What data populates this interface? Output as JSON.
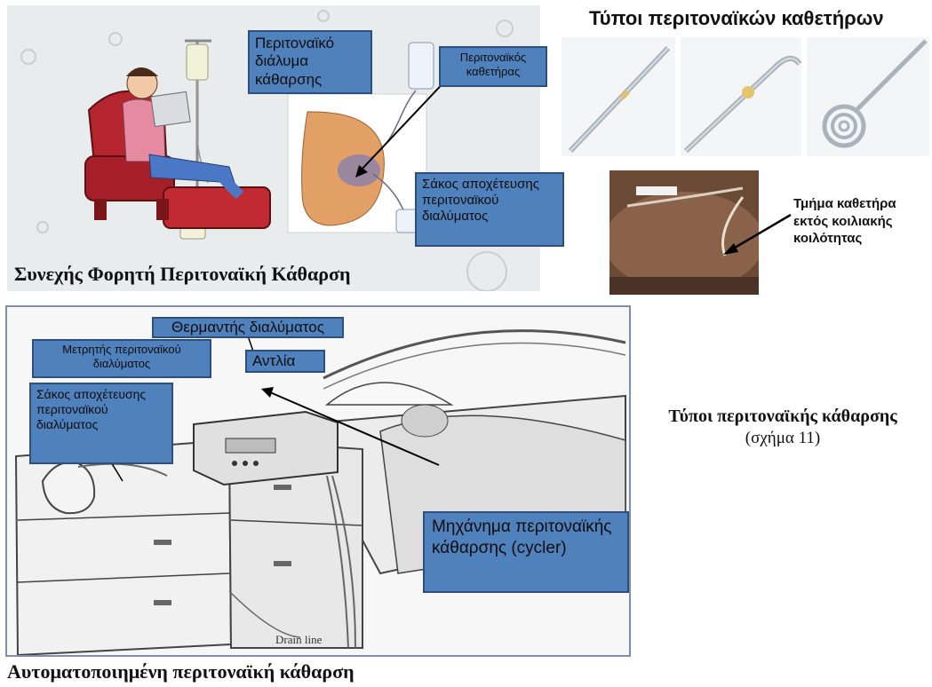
{
  "top_left": {
    "caption": "Συνεχής Φορητή Περιτοναϊκή Κάθαρση",
    "labels": {
      "solution": "Περιτοναϊκό διάλυμα κάθαρσης",
      "catheter": "Περιτοναϊκός καθετήρας",
      "drain_bag": "Σάκος αποχέτευσης περιτοναϊκού διαλύματος"
    }
  },
  "top_right": {
    "title": "Τύποι περιτοναϊκών καθετήρων",
    "photo_label": "Τμήμα καθετήρα εκτός κοιλιακής κοιλότητας"
  },
  "bottom": {
    "caption": "Αυτοματοποιημένη περιτοναϊκή κάθαρση",
    "labels": {
      "heater": "Θερμαντής διαλύματος",
      "meter": "Μετρητής περιτοναϊκού διαλύματος",
      "pump": "Αντλία",
      "drain_bag": "Σάκος αποχέτευσης περιτοναϊκού διαλύματος",
      "cycler": "Μηχάνημα περιτοναϊκής κάθαρσης (cycler)"
    },
    "drain_line": "Drain line"
  },
  "side": {
    "title": "Τύποι περιτοναϊκής κάθαρσης",
    "subtitle": "(σχήμα 11)"
  },
  "colors": {
    "label_fill": "#4f81bd",
    "label_border": "#2e4e7e"
  }
}
